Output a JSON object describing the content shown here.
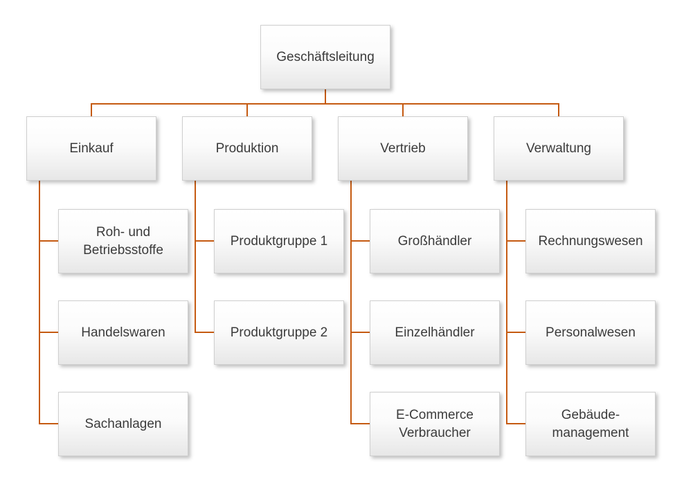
{
  "diagram": {
    "type": "org-chart",
    "background_color": "#ffffff",
    "accent_color": "#C55A11",
    "node_border_color": "#cfcfcf",
    "node_text_color": "#3b3b3b",
    "root": {
      "label": "Geschäftsleitung",
      "children": [
        {
          "label": "Einkauf",
          "children": [
            {
              "label": "Roh- und Betriebsstoffe"
            },
            {
              "label": "Handelswaren"
            },
            {
              "label": "Sachanlagen"
            }
          ]
        },
        {
          "label": "Produktion",
          "children": [
            {
              "label": "Produktgruppe 1"
            },
            {
              "label": "Produktgruppe 2"
            }
          ]
        },
        {
          "label": "Vertrieb",
          "children": [
            {
              "label": "Großhändler"
            },
            {
              "label": "Einzelhändler"
            },
            {
              "label": "E-Commerce Verbraucher"
            }
          ]
        },
        {
          "label": "Verwaltung",
          "children": [
            {
              "label": "Rechnungswesen"
            },
            {
              "label": "Personalwesen"
            },
            {
              "label": "Gebäude-management"
            }
          ]
        }
      ]
    }
  }
}
